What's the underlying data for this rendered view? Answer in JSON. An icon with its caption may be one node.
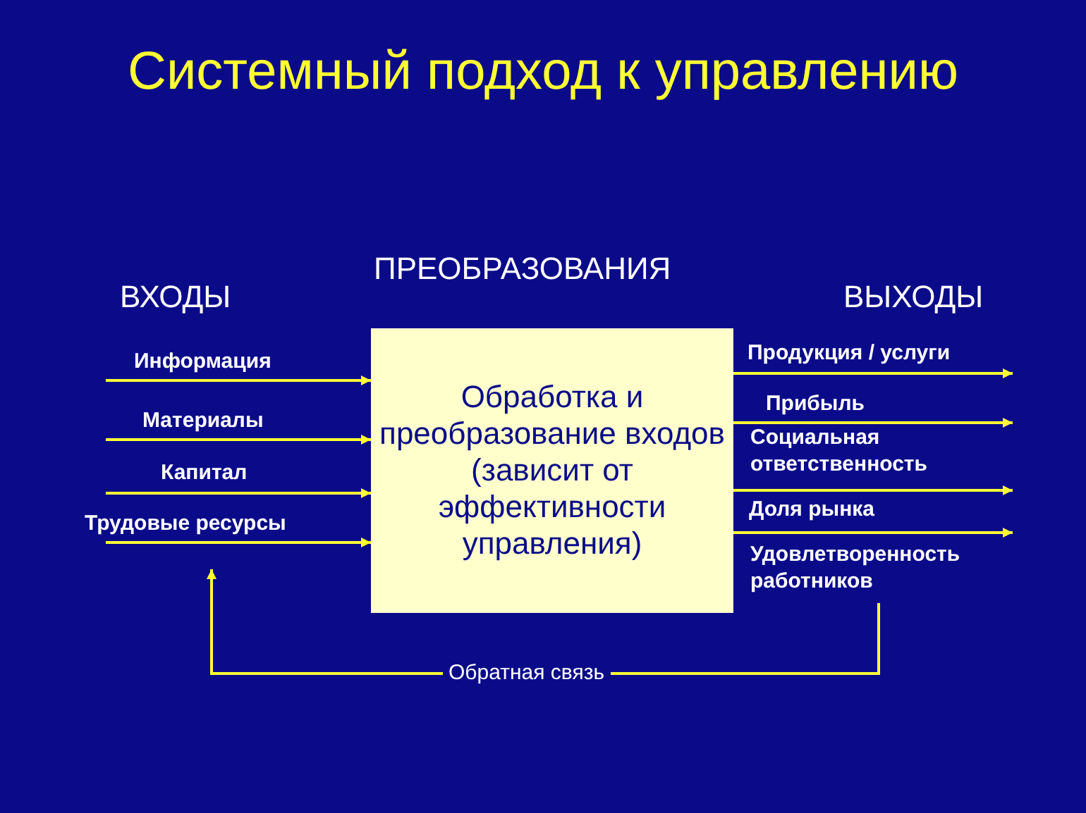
{
  "diagram": {
    "title": "Системный подход к управлению",
    "nodes": [
      {
        "text": [
          "Обработка и преобразование входов",
          "(зависит от эффективности управления)"
        ]
      },
      {
        "text": [
          "Удовлетворенность работников"
        ]
      }
    ],
    "edges": [
      {
        "from": null,
        "to": 0,
        "arrow": "to",
        "label": "Информация"
      },
      {
        "from": null,
        "to": 0,
        "arrow": "to",
        "label": "Материалы"
      },
      {
        "from": null,
        "to": 0,
        "arrow": "to",
        "label": "Капитал"
      },
      {
        "from": null,
        "to": 0,
        "arrow": "to",
        "label": "Трудовые ресурсы"
      },
      {
        "from": 0,
        "to": null,
        "arrow": "to",
        "label": "Продукция / услуги"
      },
      {
        "from": 0,
        "to": null,
        "arrow": "to",
        "label": "Прибыль"
      },
      {
        "from": 0,
        "to": null,
        "arrow": "to",
        "label": "Социальная ответственность"
      },
      {
        "from": 0,
        "to": null,
        "arrow": "to",
        "label": "Доля рынка"
      },
      {
        "from": 1,
        "to": null,
        "arrow": "to",
        "label": "Обратная связь"
      }
    ],
    "labels": [
      "ПРЕОБРАЗОВАНИЯ",
      "ВХОДЫ",
      "ВЫХОДЫ"
    ]
  }
}
